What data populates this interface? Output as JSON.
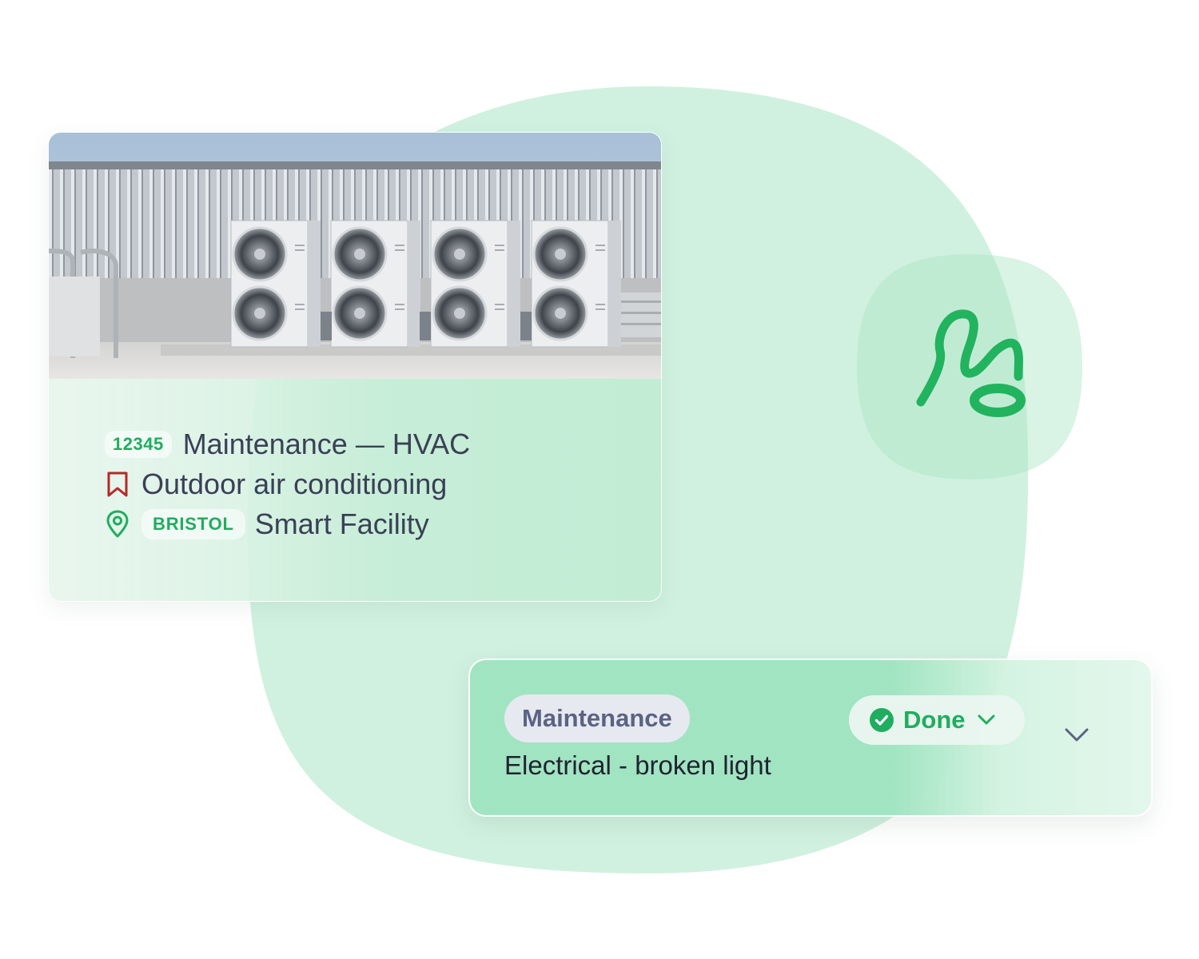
{
  "colors": {
    "brand_green": "#1fad5f",
    "blob": "#d1f1e0",
    "text_dark": "#3a4056",
    "bookmark_red": "#b22a2a",
    "category_bg": "#e7e9f1",
    "category_text": "#5b6383"
  },
  "work_order": {
    "image": "rooftop-hvac-units-photo",
    "id": "12345",
    "title": "Maintenance — HVAC",
    "asset_icon": "bookmark-icon",
    "asset": "Outdoor air conditioning",
    "location_icon": "map-pin-icon",
    "location_badge": "BRISTOL",
    "location_name": "Smart Facility"
  },
  "request": {
    "category": "Maintenance",
    "title": "Electrical - broken light",
    "status_icon": "check-circle-icon",
    "status": "Done",
    "status_chevron": "chevron-down-icon",
    "expand_icon": "chevron-down-icon"
  },
  "brand": {
    "logo_icon": "brand-logo-icon"
  }
}
